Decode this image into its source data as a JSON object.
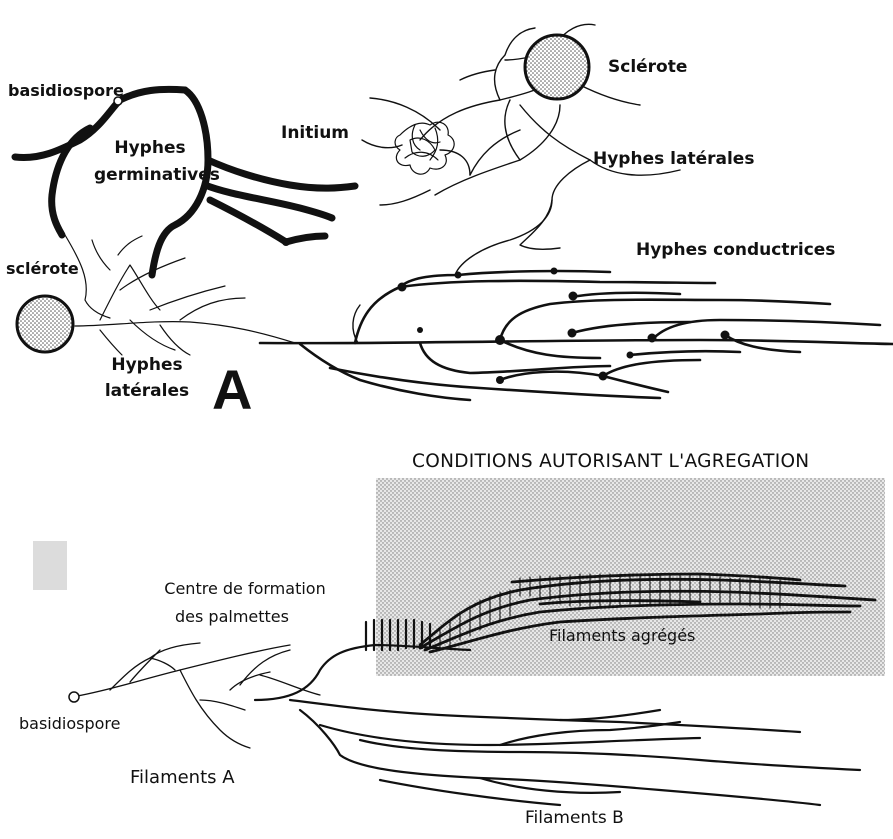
{
  "diagram": {
    "panel_a": {
      "letter": "A",
      "labels": {
        "basidiospore": "basidiospore",
        "hyphes_germinatives_1": "Hyphes",
        "hyphes_germinatives_2": "germinatives",
        "initium": "Initium",
        "sclerote_top": "Sclérote",
        "hyphes_laterales_top": "Hyphes latérales",
        "hyphes_conductrices": "Hyphes conductrices",
        "sclerote_left": "sclérote",
        "hyphes_laterales_bottom_1": "Hyphes",
        "hyphes_laterales_bottom_2": "latérales"
      }
    },
    "panel_b": {
      "labels": {
        "conditions": "CONDITIONS AUTORISANT L'AGREGATION",
        "centre_1": "Centre de formation",
        "centre_2": "des palmettes",
        "filaments_agreges": "Filaments agrégés",
        "basidiospore": "basidiospore",
        "filaments_a": "Filaments A",
        "filaments_b": "Filaments B"
      }
    }
  }
}
